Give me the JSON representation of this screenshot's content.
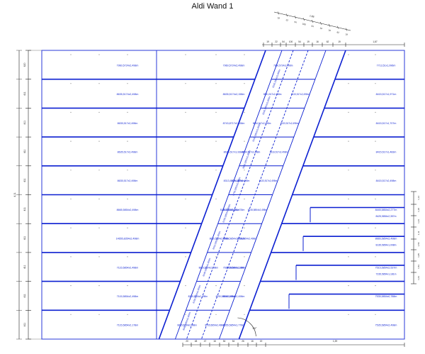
{
  "title": "Aldi Wand 1",
  "colors": {
    "panel": "#0b1fd1",
    "frame": "#2a3ad8",
    "dim": "#222222",
    "dot": "#888888"
  },
  "rows": [
    {
      "left": "7960,5724x2,498m",
      "mid": "7960,5724x2,498m",
      "diagL": "7960,5724x2,498m",
      "right": "7713,51x1,996m"
    },
    {
      "left": "8635,5174x2,498m",
      "mid": "8635,5174x2,158m",
      "diagL": "8641,517x2,498m",
      "diagR": "8133,517x2,498m",
      "right": "8415,517x1,971m"
    },
    {
      "left": "8635,517x2,498m",
      "mid": "8743,8717x2,338m",
      "diagL": "8634,517x2,498m",
      "diagR": "8133,517x2,498m",
      "right": "8415,517x1,707m"
    },
    {
      "left": "8635,517x2,498m",
      "mid": "8625,517x1,938m",
      "diagL": "8634,517x2,498m",
      "diagR": "8133,517x2,498m",
      "right": "8415,517x1,483m"
    },
    {
      "left": "8635,517x2,498m",
      "mid": "8313,817x1,485m",
      "diagL": "8634,517x2,498m",
      "diagR": "8133,517x2,498m",
      "right": "8415,517x2,498m"
    },
    {
      "left": "8665,5854x2,498m",
      "mid": "8335,5854x1,478m",
      "diagL": "8135,8354x2,498m",
      "diagR": "8245,5854x2,498m",
      "right": "8445,5854x2,277m",
      "right2": "8425,5854x2,357m"
    },
    {
      "left": "14655,8354x2,498m",
      "mid": "8655,5854x1,258m",
      "diagL": "8655,5854x2,498m",
      "diagR": "8755,5854x2,498m",
      "right": "8665,5854x2,498m",
      "right2": "8135,5854x1,008m"
    },
    {
      "left": "7115,5854x2,498m",
      "mid": "7615,5854x1,118m",
      "diagL": "8655,5854x2,498m",
      "diagR": "8755,5854x2,498m",
      "right": "7515,5854x2,537m",
      "right2": "7235,5854x1,181m"
    },
    {
      "left": "7115,5854x2,498m",
      "mid": "8655,5854x2,498m",
      "diagL": "8255,5854x2,498m",
      "diagR": "8755,5854x2,498m",
      "right": "7535,5854x0,788m"
    },
    {
      "left": "7115,5854x2,178m",
      "mid": "8655,5854x1,778m",
      "diagL": "8655,5854x2,498m",
      "diagR": "8755,5854x2,498m",
      "right": "7535,5854x2,498m"
    }
  ],
  "diagonal_labels": [
    "8245,5854x3,498m",
    "8245,5854x3,498m",
    "8245,5854x3,498m",
    "8655,5854x2,498m",
    "8755,5854x2,498m",
    "8155,5854x2,498m",
    "8415,5854x2,498m",
    "8245,5854x2,498m",
    "8155,5854x2,498m",
    "8565,5854x2,498m"
  ],
  "dims": {
    "left_rows": [
      "620",
      "411",
      "411",
      "411",
      "411",
      "411",
      "411",
      "411",
      "411",
      "411",
      "411"
    ],
    "left_total": "4,11",
    "top": [
      "19",
      "22",
      "54",
      "100",
      "54",
      "19",
      "16",
      "62",
      "19",
      "1,87"
    ],
    "bottom": [
      "20",
      "48",
      "47",
      "16",
      "54",
      "54",
      "26",
      "16",
      "19",
      "1,39"
    ],
    "angle_top": "1,88",
    "angle_ticks": [
      "19",
      "22",
      "54",
      "100",
      "54",
      "19",
      "16",
      "62",
      "19"
    ],
    "right_side": [
      "1,14",
      "1,18",
      "1,44",
      "1,11",
      "1,56",
      "1,05",
      "1,53",
      "1,64"
    ],
    "angle_mark": "30°"
  }
}
